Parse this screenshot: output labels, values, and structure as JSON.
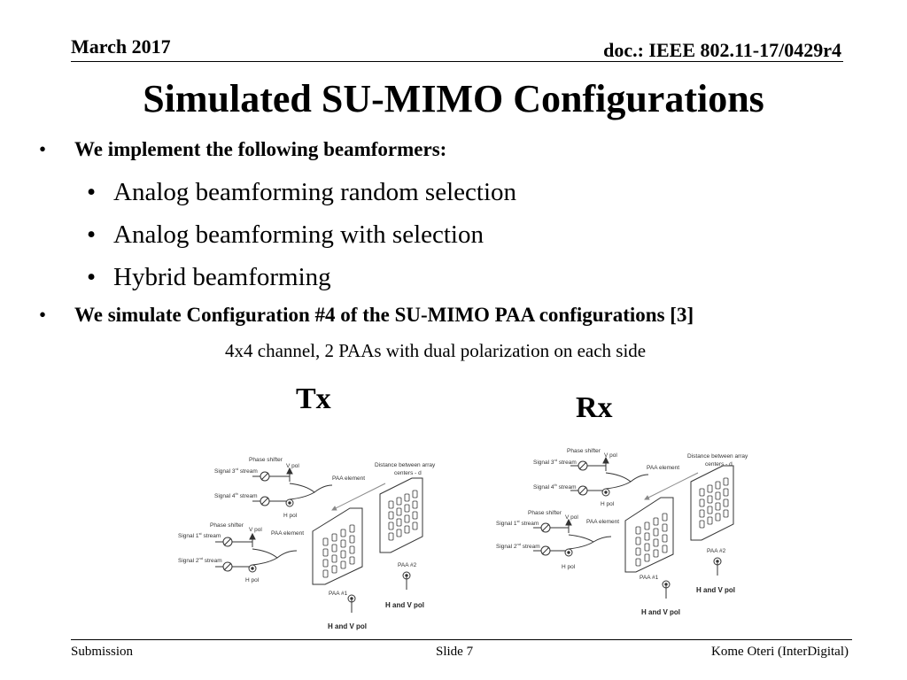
{
  "header": {
    "date": "March 2017",
    "doc": "doc.: IEEE 802.11-17/0429r4"
  },
  "title": "Simulated SU-MIMO Configurations",
  "bullets": {
    "b1": "We implement the following beamformers:",
    "sub": [
      "Analog beamforming random selection",
      "Analog beamforming with selection",
      "Hybrid beamforming"
    ],
    "b2": "We simulate Configuration #4 of the SU-MIMO PAA configurations [3]",
    "note": "4x4 channel, 2 PAAs with dual polarization on each side"
  },
  "diagram": {
    "tx_label": "Tx",
    "rx_label": "Rx",
    "tx": {
      "phase_shifter": "Phase shifter",
      "signal3": "Signal 3",
      "signal4": "Signal 4",
      "signal1": "Signal 1",
      "signal2": "Signal 2",
      "sup3": "rd",
      "sup4": "th",
      "sup1": "st",
      "sup2": "nd",
      "stream": "stream",
      "vpol": "V pol",
      "hpol": "H pol",
      "paa_element": "PAA element",
      "distance": "Distance between array",
      "distance2": "centers - d",
      "paa1": "PAA #1",
      "paa2": "PAA #2",
      "hv1": "H and V pol",
      "hv2": "H and V pol"
    },
    "rx": {
      "phase_shifter": "Phase shifter",
      "signal3": "Signal 3",
      "signal4": "Signal 4",
      "signal1": "Signal 1",
      "signal2": "Signal 2",
      "sup3": "rd",
      "sup4": "th",
      "sup1": "st",
      "sup2": "nd",
      "stream": "stream",
      "vpol": "V pol",
      "hpol": "H pol",
      "paa_element": "PAA element",
      "distance": "Distance between array",
      "distance2": "centers - d",
      "paa1": "PAA #1",
      "paa2": "PAA #2",
      "hv1": "H and V pol",
      "hv2": "H and V pol"
    }
  },
  "footer": {
    "left": "Submission",
    "center": "Slide 7",
    "right": "Kome Oteri (InterDigital)"
  }
}
